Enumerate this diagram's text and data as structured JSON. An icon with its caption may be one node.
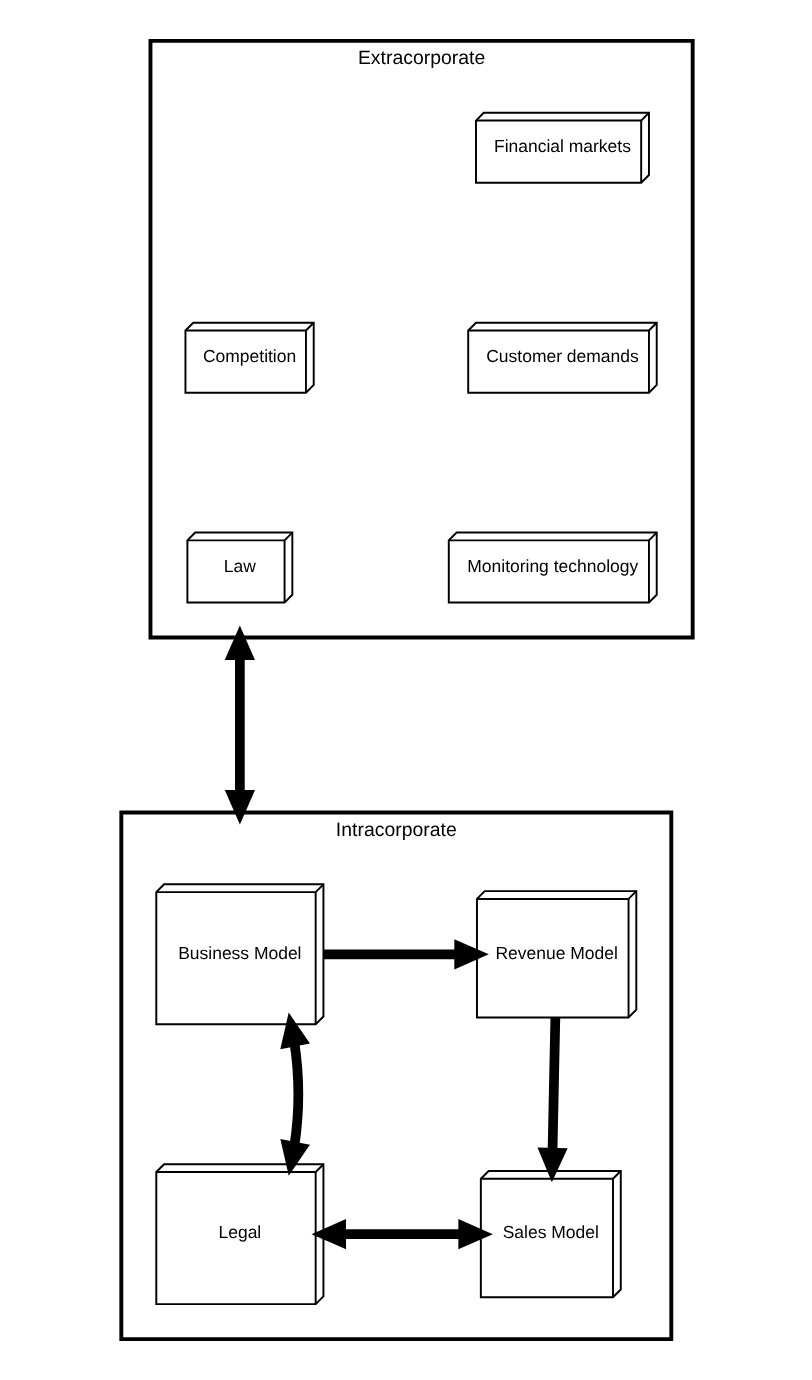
{
  "diagram": {
    "nodes": [
      {
        "text": [
          "Extracorporate"
        ]
      },
      {
        "text": [
          "Financial markets"
        ],
        "in": 0
      },
      {
        "text": [
          "Customer demands"
        ],
        "in": 0
      },
      {
        "text": [
          "Competition"
        ],
        "in": 0
      },
      {
        "text": [
          "Monitoring technology"
        ],
        "in": 0
      },
      {
        "text": [
          "Law"
        ],
        "in": 0
      },
      {
        "text": [
          "Intracorporate"
        ]
      },
      {
        "text": [
          "Business Model"
        ],
        "in": 6
      },
      {
        "text": [
          "Revenue Model"
        ],
        "in": 6
      },
      {
        "text": [
          "Legal"
        ],
        "in": 6
      },
      {
        "text": [
          "Sales Model"
        ],
        "in": 6
      }
    ],
    "edges": [
      {
        "from": 0,
        "to": 6,
        "arrow": "both"
      },
      {
        "from": 7,
        "to": 8,
        "arrow": "to"
      },
      {
        "from": 8,
        "to": 10,
        "arrow": "to"
      },
      {
        "from": 7,
        "to": 9,
        "arrow": "both"
      },
      {
        "from": 9,
        "to": 10,
        "arrow": "both"
      }
    ]
  }
}
